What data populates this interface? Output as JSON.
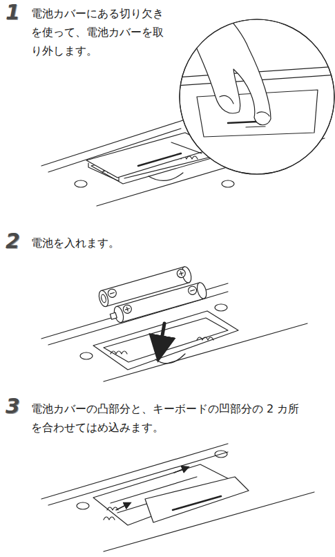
{
  "diagram": {
    "labels": [
      "1",
      "電池カバーにある切り欠き を使って、電池カバーを取 り外します。",
      "2",
      "電池を入れます。",
      "3",
      "電池カバーの凸部分と、キーボードの凹部分の 2 カ所 を合わせてはめ込みます。"
    ]
  }
}
